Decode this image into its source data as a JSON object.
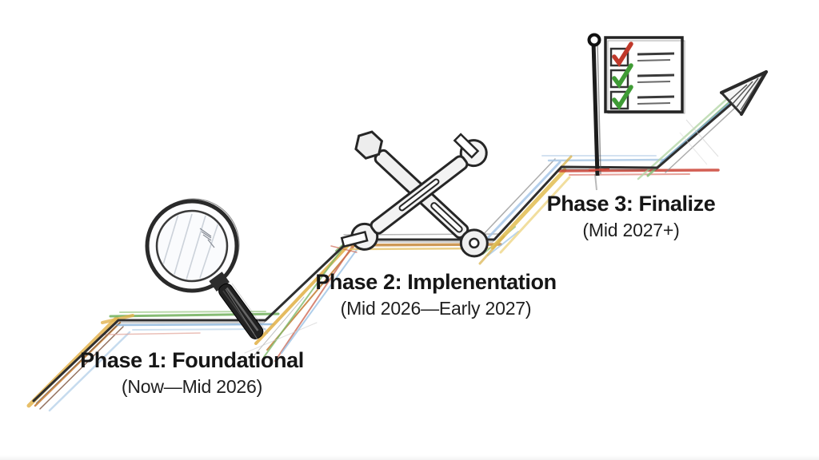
{
  "diagram": {
    "kind": "hand-drawn ascending step roadmap with arrow",
    "background": "#ffffff",
    "ink_color": "#2f2f2f"
  },
  "phases": [
    {
      "label": "Phase 1: Foundational",
      "dates": "(Now—Mid 2026)",
      "icon": "magnifier-icon"
    },
    {
      "label": "Phase 2: Implenentation",
      "dates": "(Mid 2026—Early 2027)",
      "icon": "crossed-wrenches-icon"
    },
    {
      "label": "Phase 3: Finalize",
      "dates": "(Mid 2027+)",
      "icon": "flag-checklist-icon"
    }
  ],
  "flag_checklist": {
    "items": [
      {
        "check_color": "#c0392b"
      },
      {
        "check_color": "#3f9b35"
      },
      {
        "check_color": "#3f9b35"
      }
    ]
  },
  "palette": {
    "yellow": "#e3b44f",
    "orange": "#c8823c",
    "green": "#79b565",
    "blue": "#8fb8dd",
    "red": "#cc4437",
    "ink": "#2f2f2f"
  }
}
